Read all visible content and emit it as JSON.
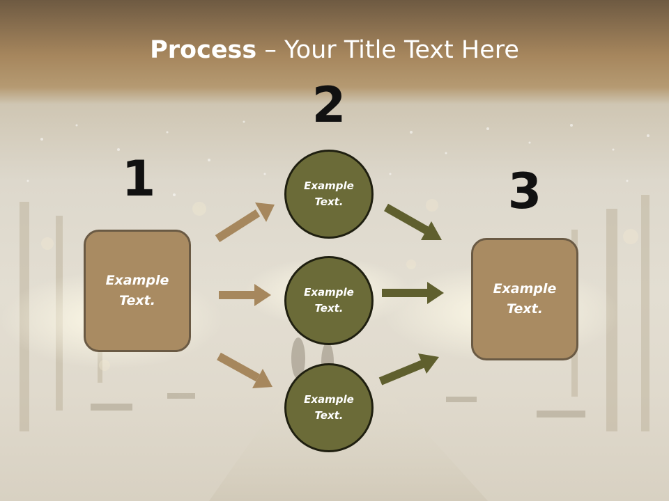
{
  "title": {
    "bold": "Process",
    "separator": " – ",
    "rest": "Your Title Text Here"
  },
  "steps": [
    {
      "number": "1",
      "label": "Example\nText."
    },
    {
      "number": "2",
      "label": "Example\nText."
    },
    {
      "number": "3",
      "label": "Example\nText."
    }
  ],
  "circles": [
    {
      "label": "Example\nText."
    },
    {
      "label": "Example\nText."
    },
    {
      "label": "Example\nText."
    }
  ],
  "colors": {
    "box_fill": "#a98b62",
    "circle_fill": "#6b6b38",
    "arrow_tan": "#a6875d",
    "arrow_olive": "#5f5f2e"
  }
}
